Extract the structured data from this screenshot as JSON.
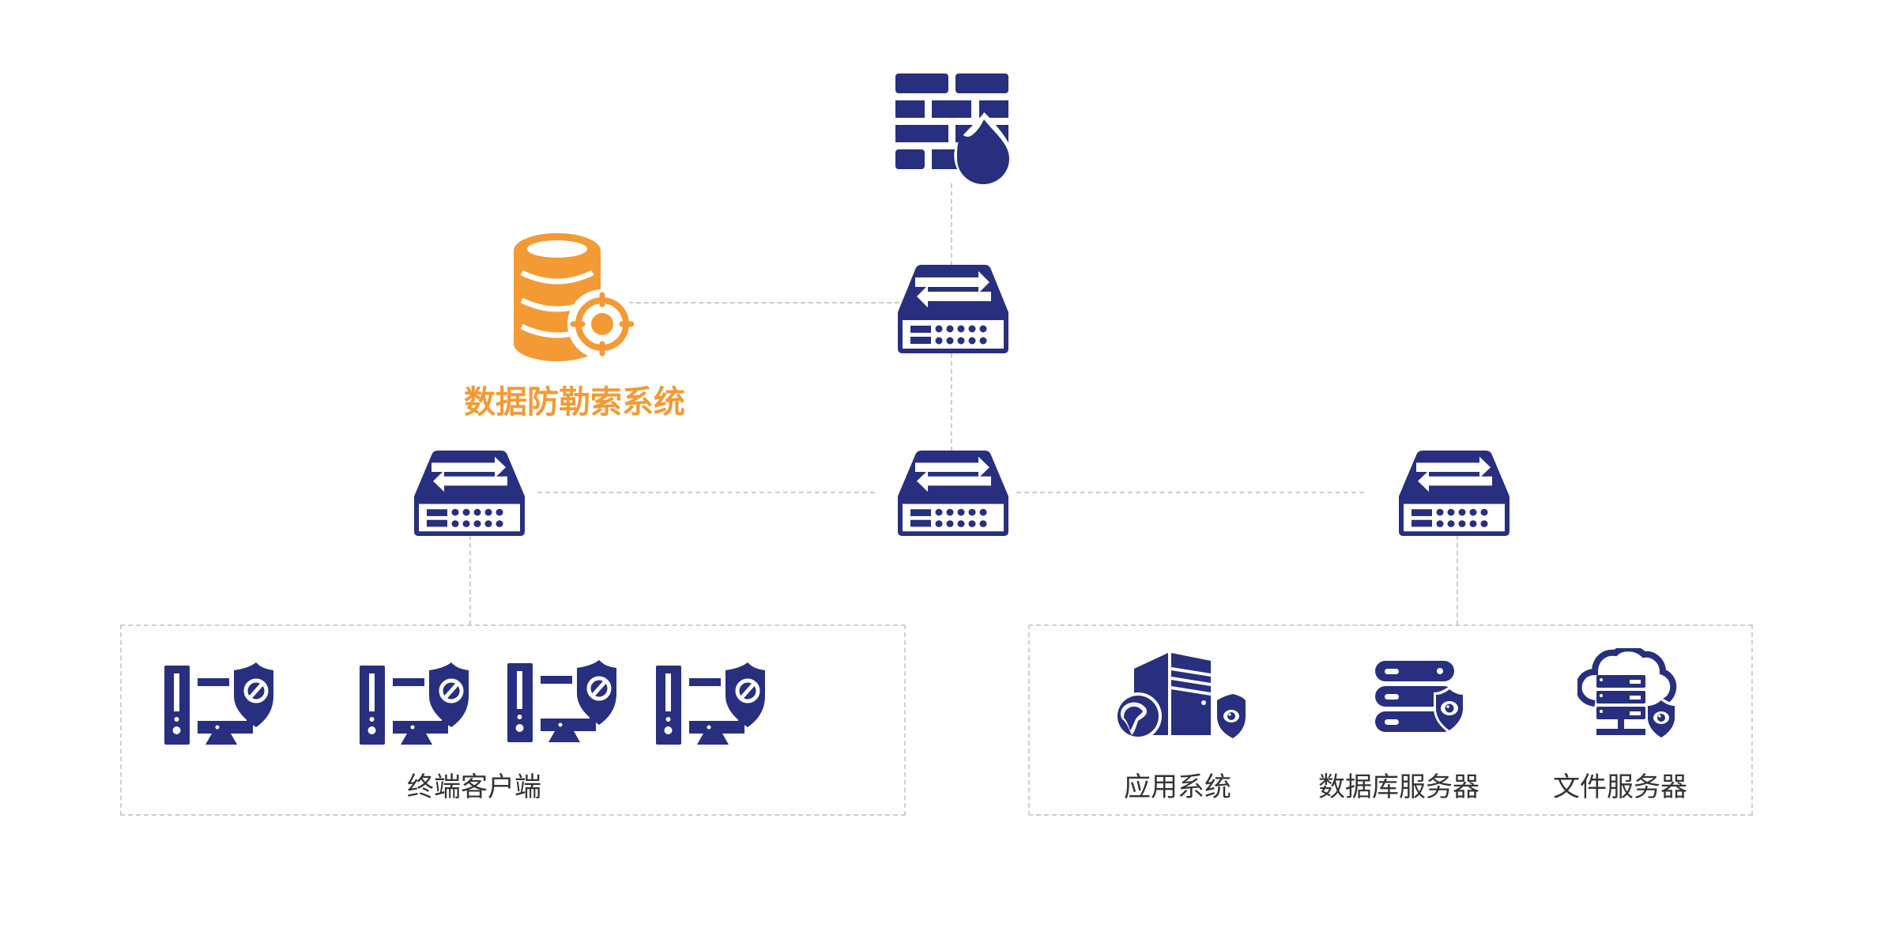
{
  "colors": {
    "primary": "#272f7e",
    "accent": "#f39a35",
    "connector": "#cccccc",
    "label_text": "#333333"
  },
  "nodes": {
    "firewall": {
      "icon": "firewall-icon"
    },
    "core_switch": {
      "icon": "switch-icon"
    },
    "ransomware_protection": {
      "icon": "database-target-icon",
      "label": "数据防勒索系统"
    },
    "switch_left": {
      "icon": "switch-icon"
    },
    "switch_center": {
      "icon": "switch-icon"
    },
    "switch_right": {
      "icon": "switch-icon"
    }
  },
  "groups": {
    "clients": {
      "label": "终端客户端",
      "items": [
        {
          "icon": "protected-computer-icon"
        },
        {
          "icon": "protected-computer-icon"
        },
        {
          "icon": "protected-computer-icon"
        },
        {
          "icon": "protected-computer-icon"
        }
      ]
    },
    "servers": {
      "items": [
        {
          "icon": "app-server-icon",
          "label": "应用系统"
        },
        {
          "icon": "database-server-icon",
          "label": "数据库服务器"
        },
        {
          "icon": "file-server-icon",
          "label": "文件服务器"
        }
      ]
    }
  }
}
